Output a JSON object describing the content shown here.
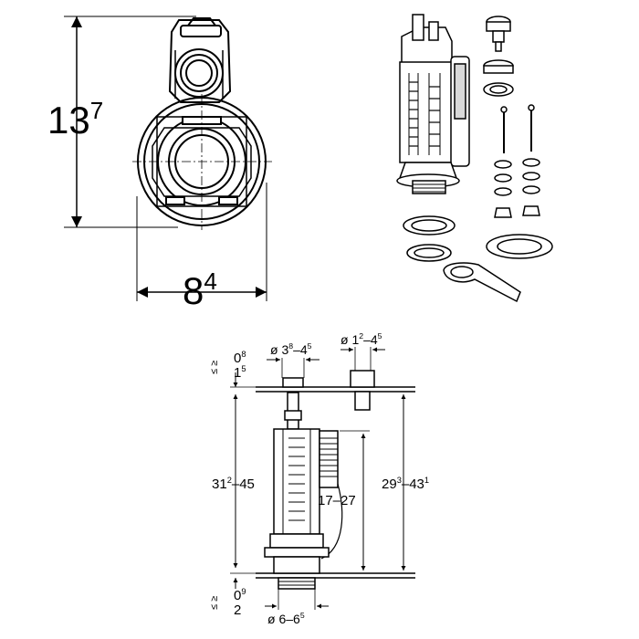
{
  "top_view": {
    "height_main": "13",
    "height_sup": "7",
    "width_main": "8",
    "width_sup": "4"
  },
  "side_view": {
    "top_gap_prefix": "≤ ≥",
    "top_gap_a_main": "0",
    "top_gap_a_sup": "8",
    "top_gap_b_main": "1",
    "top_gap_b_sup": "5",
    "bottom_gap_prefix": "≤ ≥",
    "bottom_gap_a_main": "0",
    "bottom_gap_a_sup": "9",
    "bottom_gap_b_main": "2",
    "dia_top_left_prefix": "ø 3",
    "dia_top_left_sup1": "8",
    "dia_top_left_mid": "–4",
    "dia_top_left_sup2": "5",
    "dia_top_right_prefix": "ø 1",
    "dia_top_right_sup1": "2",
    "dia_top_right_mid": "–4",
    "dia_top_right_sup2": "5",
    "dia_bottom_prefix": "ø 6–6",
    "dia_bottom_sup": "5",
    "left_height_main": "31",
    "left_height_sup": "2",
    "left_height_tail": "–45",
    "mid_height": "17–27",
    "right_height_main": "29",
    "right_height_sup1": "3",
    "right_height_mid": "–43",
    "right_height_sup2": "1"
  },
  "colors": {
    "line": "#000000",
    "fill": "#ffffff",
    "shade": "#d9d9d9"
  }
}
